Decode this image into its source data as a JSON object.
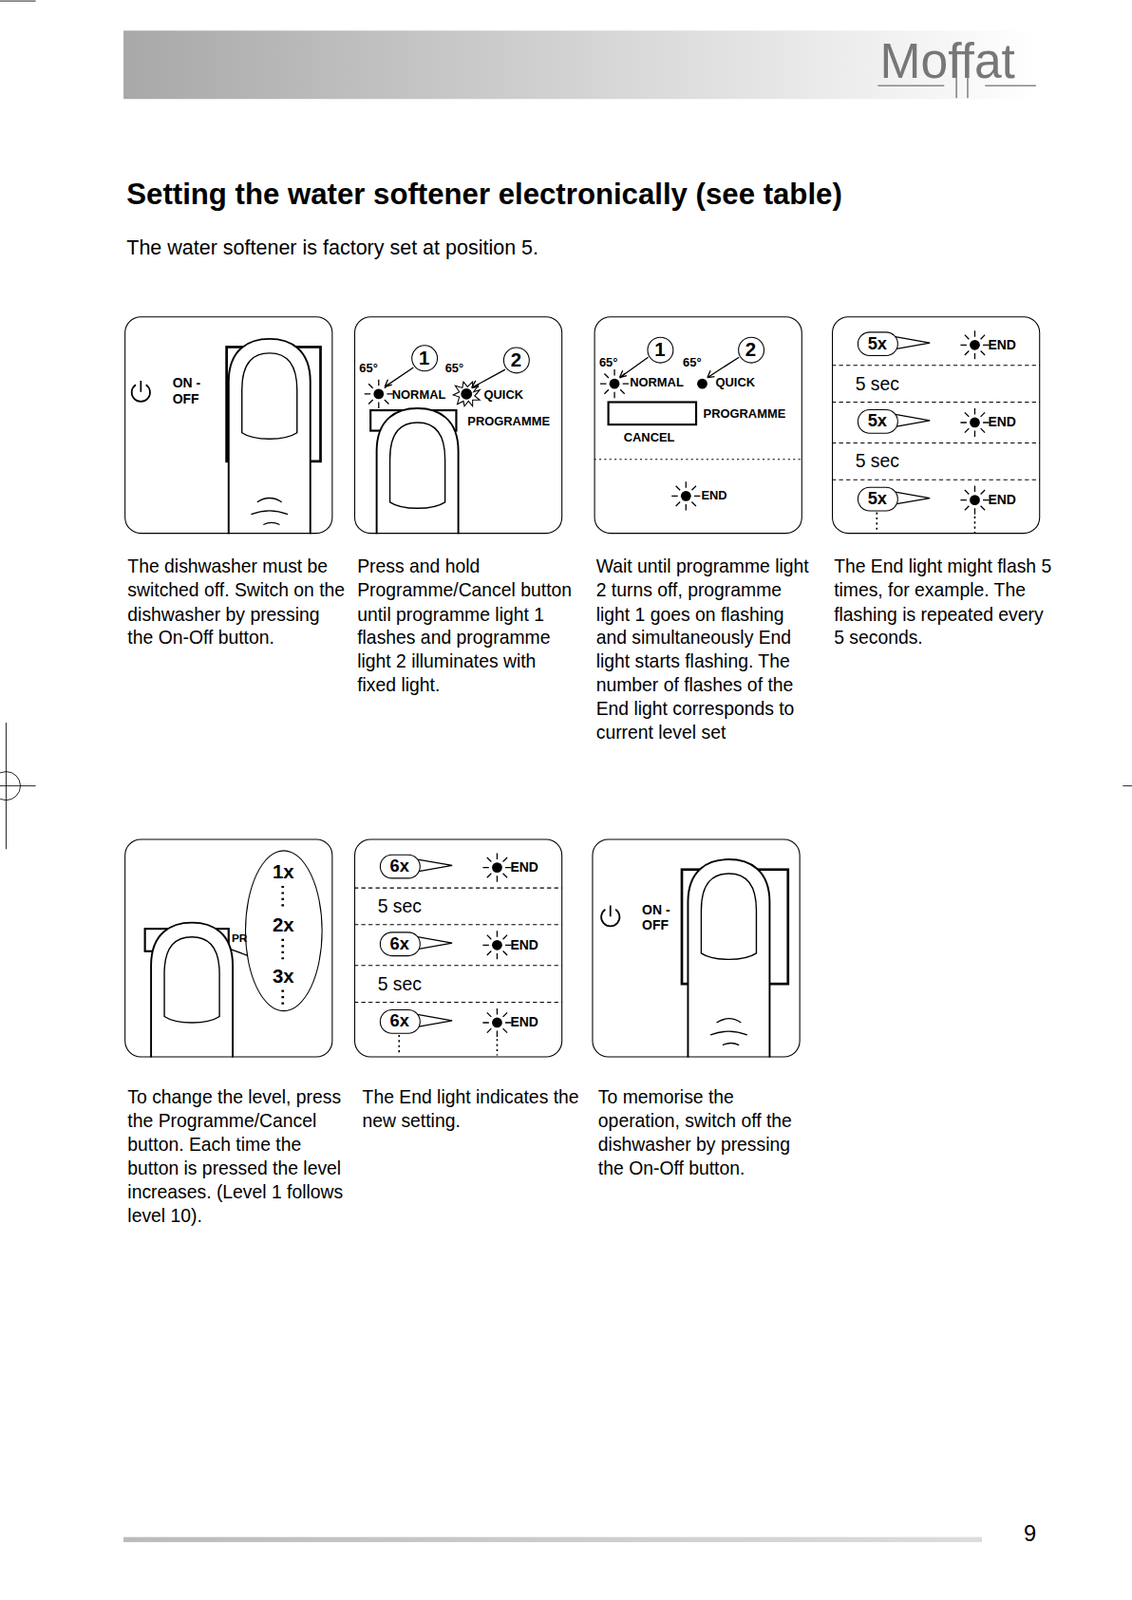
{
  "diagram": {
    "title": "Setting the water softener electronically (see table)",
    "nodes": [
      {
        "text": [
          "ON - OFF",
          "The dishwasher must be switched off. Switch on the dishwasher by pressing the On-Off button."
        ]
      },
      {
        "text": [
          "65°",
          "NORMAL",
          "65°",
          "QUICK",
          "PROGRAMME",
          "Press and hold Programme/Cancel button until programme light 1 flashes and programme light 2 illuminates with fixed light."
        ]
      },
      {
        "text": [
          "1"
        ],
        "in": 1
      },
      {
        "text": [
          "2"
        ],
        "in": 1
      },
      {
        "text": [
          "65°",
          "NORMAL",
          "65°",
          "QUICK",
          "PROGRAMME",
          "CANCEL",
          "END",
          "Wait until programme light 2 turns off, programme light 1 goes on flashing and simultaneously End light starts flashing. The number of flashes of the End light corresponds to current level set"
        ]
      },
      {
        "text": [
          "1"
        ],
        "in": 4
      },
      {
        "text": [
          "2"
        ],
        "in": 4
      },
      {
        "text": [
          "END",
          "5 sec",
          "END",
          "5 sec",
          "END",
          "The End light might flash 5 times, for example. The flashing is repeated every 5 seconds."
        ]
      },
      {
        "text": [
          "5x"
        ],
        "in": 7
      },
      {
        "text": [
          "5x"
        ],
        "in": 7
      },
      {
        "text": [
          "5x"
        ],
        "in": 7
      },
      {
        "text": [
          "PR",
          "To change the level, press the Programme/Cancel button. Each time the button is pressed the level increases. (Level 1 follows level 10)."
        ]
      },
      {
        "text": [
          "1x",
          "2x",
          "3x"
        ],
        "in": 11
      },
      {
        "text": [
          "END",
          "5 sec",
          "END",
          "5 sec",
          "END",
          "The End light indicates the new setting."
        ]
      },
      {
        "text": [
          "6x"
        ],
        "in": 13
      },
      {
        "text": [
          "6x"
        ],
        "in": 13
      },
      {
        "text": [
          "6x"
        ],
        "in": 13
      },
      {
        "text": [
          "ON - OFF",
          "To memorise the operation, switch off the dishwasher by pressing the On-Off button."
        ]
      }
    ],
    "labels": [
      "The water softener is factory set at position 5.",
      "Moffat",
      "9"
    ]
  }
}
